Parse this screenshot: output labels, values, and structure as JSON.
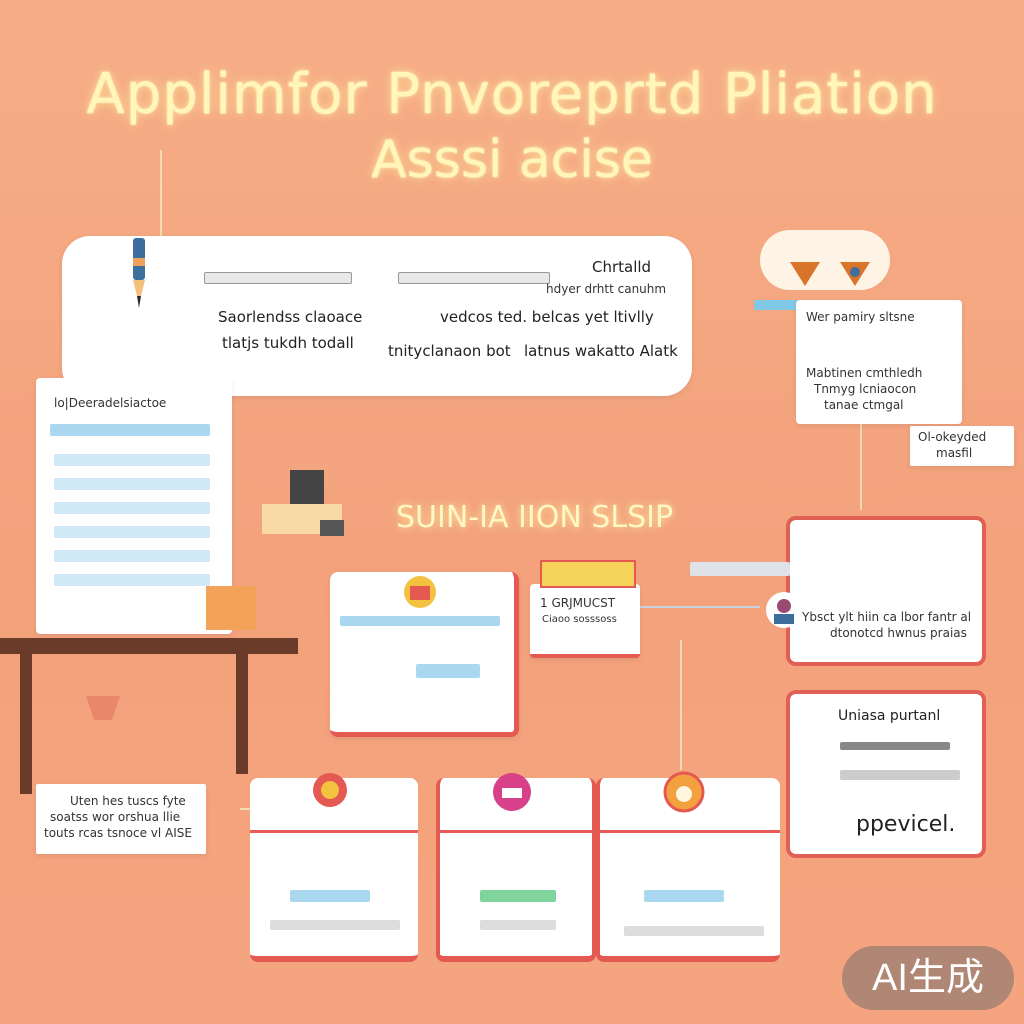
{
  "title": {
    "line1": "Applimfor   Pnvoreprtd Pliation",
    "line2": "Asssi acise"
  },
  "top_panel": {
    "header_left": "Saorlendss claoace",
    "sub_left": "tlatjs tukdh todall",
    "header_mid": "vedcos ted. belcas yet ltivlly",
    "sub_mid": "tnityclanaon bot",
    "sub_mid2": "latnus wakatto Alatk",
    "top_right": "Chrtalld",
    "top_right_sub": "hdyer drhtt canuhm"
  },
  "right_note": {
    "line1": "Wer pamiry sltsne",
    "line2": "Mabtinen cmthledh",
    "line3": "Tnmyg lcniaocon",
    "line4": "tanae ctmgal"
  },
  "side_tag": {
    "line1": "Ol-okeyded",
    "line2": "masfil"
  },
  "doc_header": "lo|Deeradelsiactoe",
  "section_label": "SUIN-IA IION SLSIP",
  "mid_card_right": {
    "line1": "1 GRJMUCST",
    "line2": "Ciaoo sosssoss"
  },
  "right_card_top": {
    "text": "Ybsct ylt hiin ca lbor fantr al",
    "sub": "dtonotcd hwnus praias"
  },
  "right_card_bottom": {
    "title": "Uniasa purtanl",
    "footer": "ppevicel."
  },
  "left_note": {
    "line1": "Uten hes tuscs fyte",
    "line2": "soatss wor orshua llie",
    "line3": "touts rcas tsnoce vl AISE"
  },
  "watermark": "AI生成",
  "colors": {
    "accent_red": "#e45a53",
    "bar_blue": "#a9d8f0",
    "bar_green": "#7ed49c",
    "glow": "#fff6b8",
    "background": "#f5a67f"
  }
}
